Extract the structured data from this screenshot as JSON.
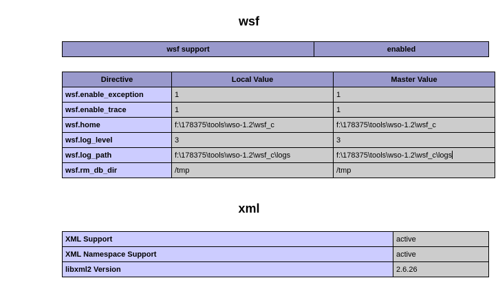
{
  "page": {
    "background_color": "#ffffff",
    "header_color": "#9999cc",
    "name_cell_color": "#ccccff",
    "value_cell_color": "#cccccc",
    "border_color": "#000000"
  },
  "sections": {
    "wsf": {
      "title": "wsf",
      "support_table": {
        "label": "wsf support",
        "status": "enabled"
      },
      "directives_table": {
        "columns": [
          "Directive",
          "Local Value",
          "Master Value"
        ],
        "rows": [
          {
            "directive": "wsf.enable_exception",
            "local": "1",
            "master": "1"
          },
          {
            "directive": "wsf.enable_trace",
            "local": "1",
            "master": "1"
          },
          {
            "directive": "wsf.home",
            "local": "f:\\178375\\tools\\wso-1.2\\wsf_c",
            "master": "f:\\178375\\tools\\wso-1.2\\wsf_c"
          },
          {
            "directive": "wsf.log_level",
            "local": "3",
            "master": "3"
          },
          {
            "directive": "wsf.log_path",
            "local": "f:\\178375\\tools\\wso-1.2\\wsf_c\\logs",
            "master": "f:\\178375\\tools\\wso-1.2\\wsf_c\\logs"
          },
          {
            "directive": "wsf.rm_db_dir",
            "local": "/tmp",
            "master": "/tmp"
          }
        ]
      }
    },
    "xml": {
      "title": "xml",
      "rows": [
        {
          "name": "XML Support",
          "value": "active"
        },
        {
          "name": "XML Namespace Support",
          "value": "active"
        },
        {
          "name": "libxml2 Version",
          "value": "2.6.26"
        }
      ]
    }
  }
}
